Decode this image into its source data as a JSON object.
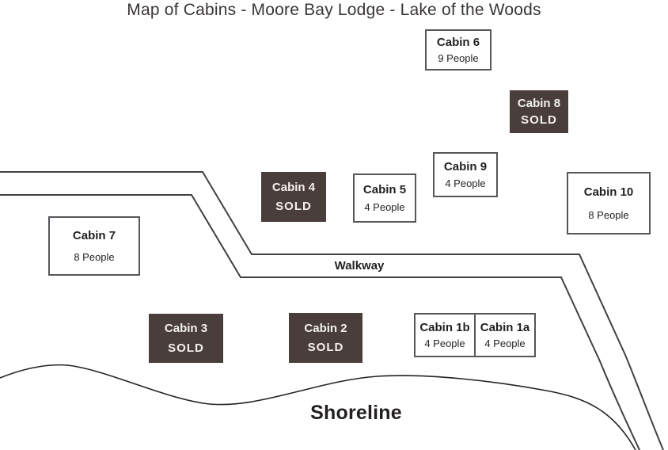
{
  "title": "Map of Cabins - Moore Bay Lodge - Lake of the Woods",
  "labels": {
    "walkway": "Walkway",
    "shoreline": "Shoreline"
  },
  "cabins": [
    {
      "label": "Cabin 6",
      "info": "9 People",
      "status": "available"
    },
    {
      "label": "Cabin 8",
      "info": "SOLD",
      "status": "sold"
    },
    {
      "label": "Cabin 4",
      "info": "SOLD",
      "status": "sold"
    },
    {
      "label": "Cabin 5",
      "info": "4 People",
      "status": "available"
    },
    {
      "label": "Cabin 9",
      "info": "4 People",
      "status": "available"
    },
    {
      "label": "Cabin 10",
      "info": "8 People",
      "status": "available"
    },
    {
      "label": "Cabin 7",
      "info": "8 People",
      "status": "available"
    },
    {
      "label": "Cabin 3",
      "info": "SOLD",
      "status": "sold"
    },
    {
      "label": "Cabin 2",
      "info": "SOLD",
      "status": "sold"
    },
    {
      "label": "Cabin 1b",
      "info": "4 People",
      "status": "available"
    },
    {
      "label": "Cabin 1a",
      "info": "4 People",
      "status": "available"
    }
  ],
  "colors": {
    "background": "#ffffff",
    "sold_fill": "#4a3e3c",
    "sold_text": "#f4f1ef",
    "box_border": "#55565a",
    "road_line": "#414142",
    "shore_line": "#262122",
    "text": "#231f20"
  }
}
